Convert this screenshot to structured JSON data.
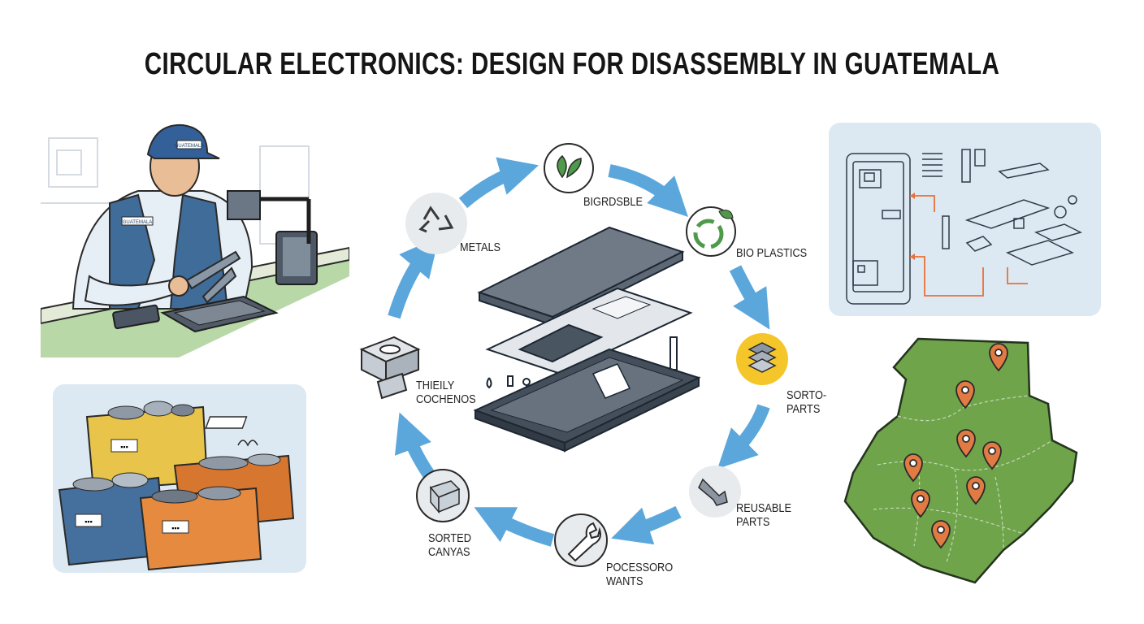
{
  "title": "CIRCULAR ELECTRONICS: DESIGN FOR DISASSEMBLY IN GUATEMALA",
  "worker_cap_text": "GUATEMALA",
  "worker_vest_text": "GUATEMALA",
  "cycle_labels": {
    "metals": "METALS",
    "biodegradable": "BIGRDSBLE",
    "bio_plastics": "BIO PLASTICS",
    "sorted_parts_line1": "SORTO-",
    "sorted_parts_line2": "PARTS",
    "reusable_parts_line1": "REUSABLE",
    "reusable_parts_line2": "PARTS",
    "processed_wants_line1": "POCESSORO",
    "processed_wants_line2": "WANTS",
    "sorted_canvas_line1": "SORTED",
    "sorted_canvas_line2": "CANYAS",
    "thinly_line1": "THIEILY",
    "thinly_line2": "COCHENOS"
  },
  "bin_tag": "▪▪▪",
  "colors": {
    "arrow": "#5ba7dc",
    "panel_bg": "#dde9f2",
    "map_green": "#6fa44a",
    "map_pin": "#e17a43",
    "bin_yellow": "#e8c44a",
    "bin_orange": "#e58a3e",
    "bin_blue": "#45709e",
    "accent_orange": "#e8703a",
    "highlight_yellow": "#f5c62a"
  },
  "icons": [
    "recycle-icon",
    "leaf-icon",
    "recycle-leaf-icon",
    "layers-icon",
    "tool-icon",
    "wrench-icon",
    "box-icon",
    "component-icon"
  ]
}
